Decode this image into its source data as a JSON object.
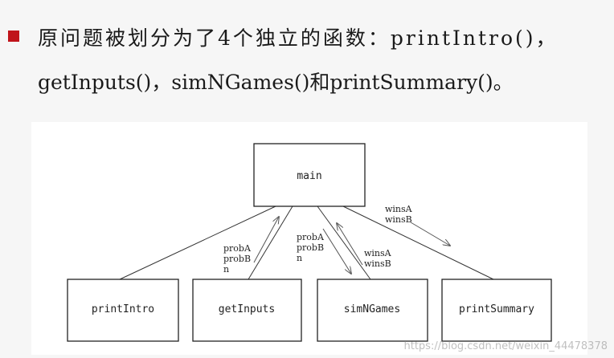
{
  "slide": {
    "text_line1": "原问题被划分为了4个独立的函数：printIntro()，",
    "text_line2": "getInputs()，simNGames()和printSummary()。",
    "bullet_color": "#c0141a"
  },
  "diagram": {
    "boxes": {
      "main": "main",
      "printIntro": "printIntro",
      "getInputs": "getInputs",
      "simNGames": "simNGames",
      "printSummary": "printSummary"
    },
    "labels": {
      "to_getInputs": [
        "probA",
        "probB",
        "n"
      ],
      "to_simNGames": [
        "probA",
        "probB",
        "n"
      ],
      "from_simNGames": [
        "winsA",
        "winsB"
      ],
      "to_printSummary": [
        "winsA",
        "winsB"
      ]
    }
  },
  "watermark": "https://blog.csdn.net/weixin_44478378"
}
